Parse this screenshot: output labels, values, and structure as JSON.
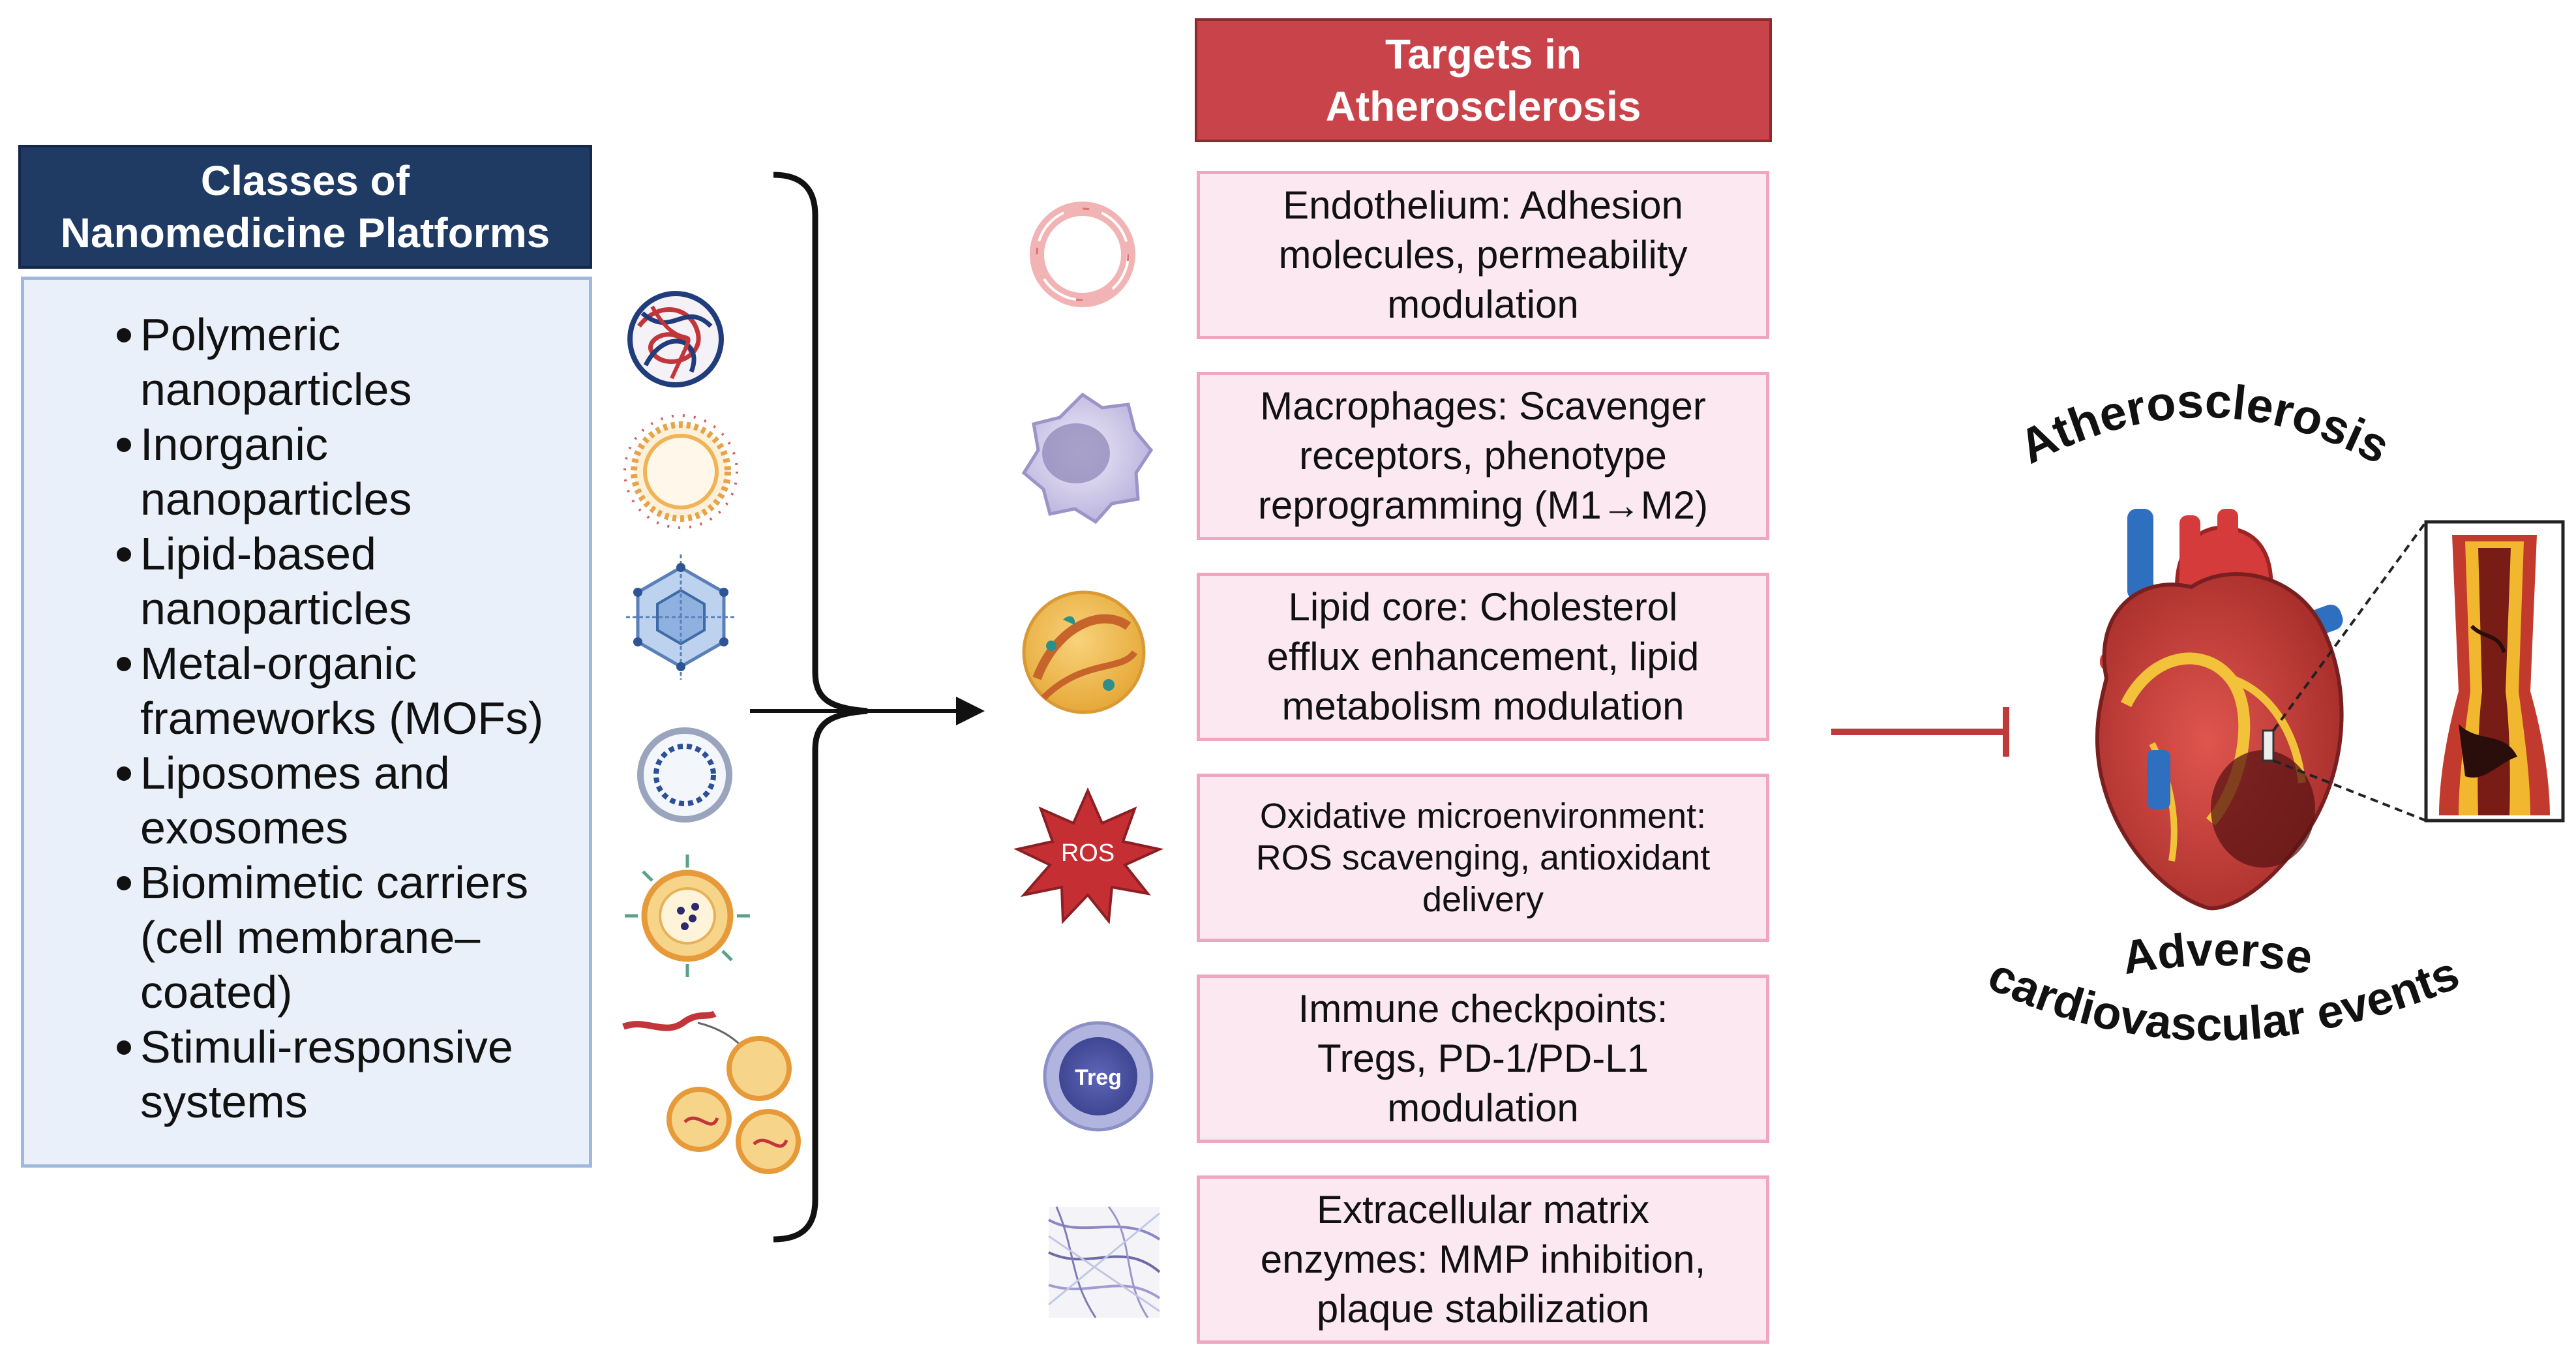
{
  "left": {
    "header_line1": "Classes of",
    "header_line2": "Nanomedicine Platforms",
    "items": [
      {
        "line1": "Polymeric",
        "line2": "nanoparticles",
        "line3": ""
      },
      {
        "line1": "Inorganic",
        "line2": "nanoparticles",
        "line3": ""
      },
      {
        "line1": "Lipid-based",
        "line2": "nanoparticles",
        "line3": ""
      },
      {
        "line1": "Metal-organic",
        "line2": "frameworks (MOFs)",
        "line3": ""
      },
      {
        "line1": "Liposomes and",
        "line2": "exosomes",
        "line3": ""
      },
      {
        "line1": "Biomimetic carriers",
        "line2": "(cell membrane–",
        "line3": "coated)"
      },
      {
        "line1": "Stimuli-responsive",
        "line2": "systems",
        "line3": ""
      }
    ]
  },
  "center": {
    "header_line1": "Targets in",
    "header_line2": "Atherosclerosis",
    "targets": [
      {
        "line1": "Endothelium: Adhesion",
        "line2": "molecules, permeability",
        "line3": "modulation"
      },
      {
        "line1": "Macrophages: Scavenger",
        "line2": "receptors, phenotype",
        "line3": "reprogramming (M1→M2)"
      },
      {
        "line1": "Lipid core: Cholesterol",
        "line2": "efflux enhancement, lipid",
        "line3": "metabolism modulation"
      },
      {
        "line1": "Oxidative microenvironment:",
        "line2": "ROS scavenging, antioxidant",
        "line3": "delivery"
      },
      {
        "line1": "Immune checkpoints:",
        "line2": "Tregs, PD-1/PD-L1",
        "line3": "modulation"
      },
      {
        "line1": "Extracellular matrix",
        "line2": "enzymes: MMP inhibition,",
        "line3": "plaque stabilization"
      }
    ],
    "ros_label": "ROS",
    "treg_label": "Treg"
  },
  "right": {
    "atherosclerosis": "Atherosclerosis",
    "adverse": "Adverse",
    "cardiovascular": "cardiovascular events"
  },
  "colors": {
    "left_header": "#1f3a63",
    "center_header": "#c9444a",
    "inhibit_line": "#c0393b"
  },
  "icons": [
    "polymeric-nanoparticle-icon",
    "inorganic-nanoparticle-icon",
    "mof-icon",
    "liposome-icon",
    "exosome-icon",
    "stimuli-responsive-icon",
    "endothelium-icon",
    "macrophage-icon",
    "lipid-core-icon",
    "ros-icon",
    "treg-icon",
    "ecm-icon",
    "heart-icon",
    "artery-plaque-icon"
  ]
}
